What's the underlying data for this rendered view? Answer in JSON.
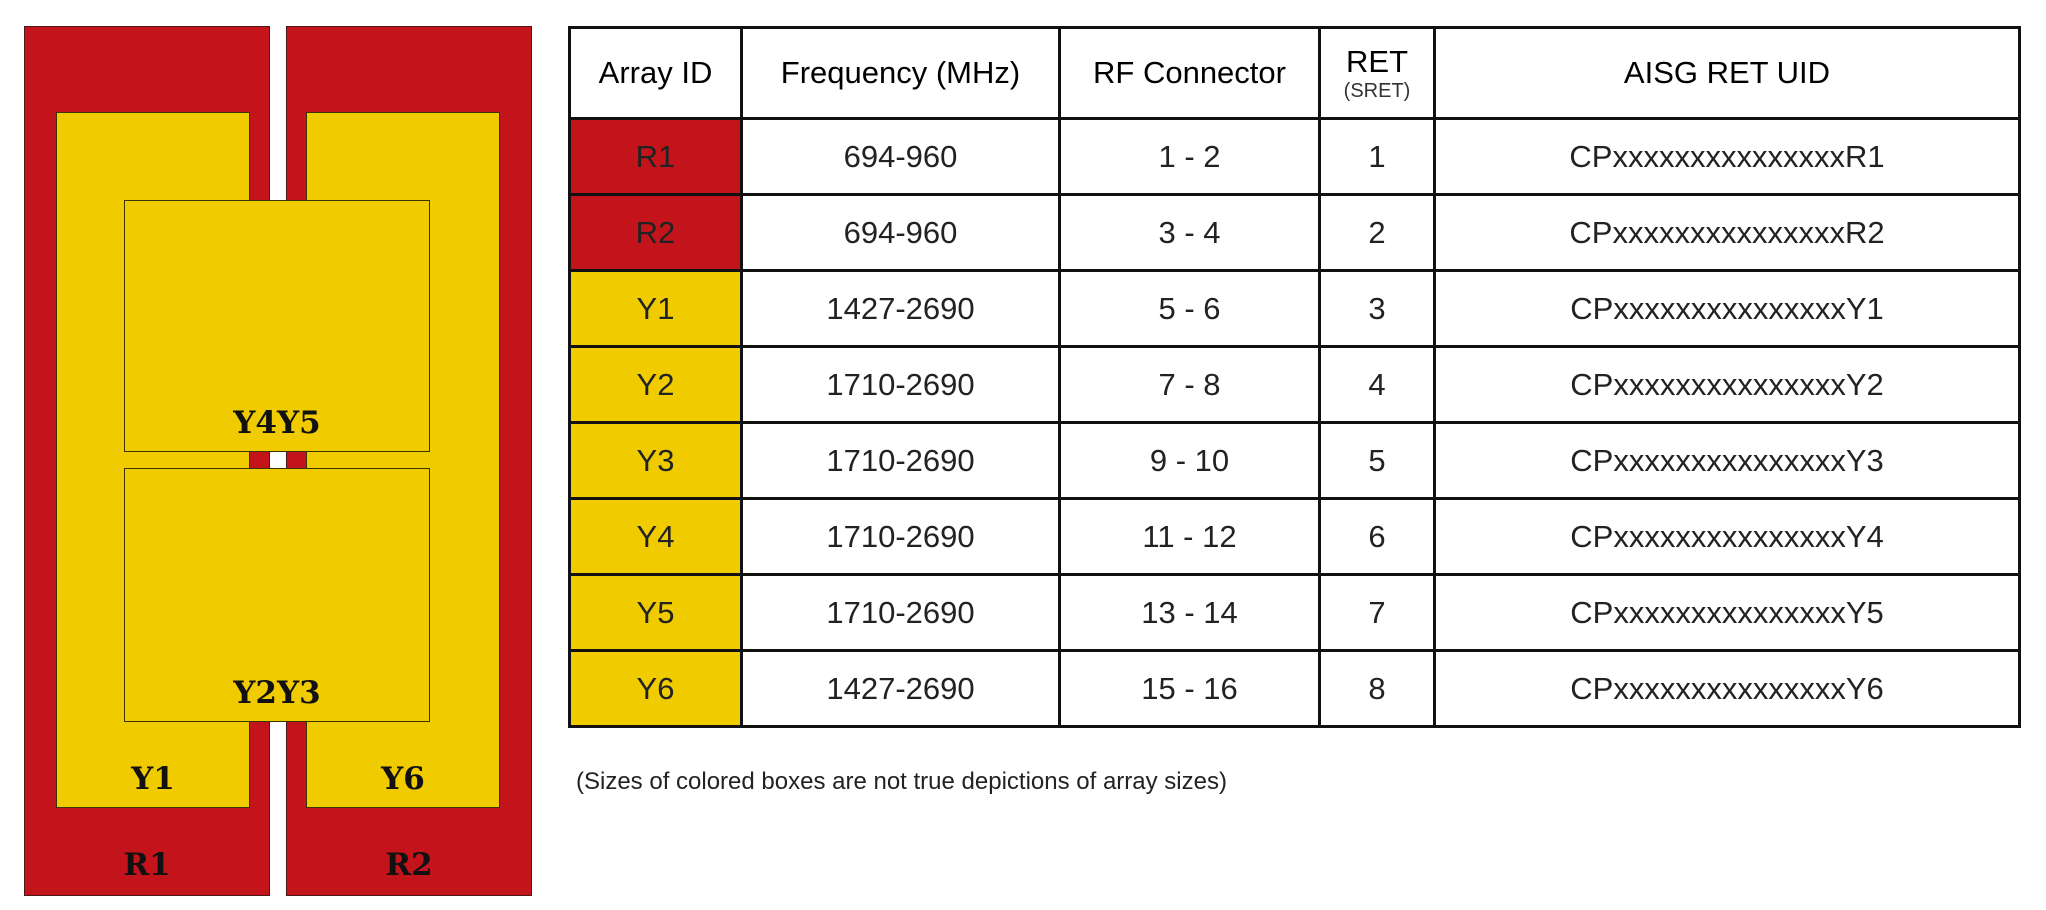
{
  "diagram": {
    "arrays": {
      "R1": "R1",
      "R2": "R2",
      "Y1": "Y1",
      "Y6": "Y6",
      "Y4Y5": "Y4Y5",
      "Y2Y3": "Y2Y3"
    },
    "colors": {
      "red": "#c3141c",
      "yellow": "#efcb00"
    }
  },
  "table": {
    "headers": {
      "array_id": "Array ID",
      "frequency": "Frequency (MHz)",
      "rf_connector": "RF Connector",
      "ret": "RET",
      "ret_sub": "(SRET)",
      "uid": "AISG RET UID"
    },
    "rows": [
      {
        "id": "R1",
        "freq": "694-960",
        "rf": "1 - 2",
        "ret": "1",
        "uid": "CPxxxxxxxxxxxxxxxR1",
        "color": "red"
      },
      {
        "id": "R2",
        "freq": "694-960",
        "rf": "3 - 4",
        "ret": "2",
        "uid": "CPxxxxxxxxxxxxxxxR2",
        "color": "red"
      },
      {
        "id": "Y1",
        "freq": "1427-2690",
        "rf": "5 - 6",
        "ret": "3",
        "uid": "CPxxxxxxxxxxxxxxxY1",
        "color": "yellow"
      },
      {
        "id": "Y2",
        "freq": "1710-2690",
        "rf": "7 - 8",
        "ret": "4",
        "uid": "CPxxxxxxxxxxxxxxxY2",
        "color": "yellow"
      },
      {
        "id": "Y3",
        "freq": "1710-2690",
        "rf": "9 - 10",
        "ret": "5",
        "uid": "CPxxxxxxxxxxxxxxxY3",
        "color": "yellow"
      },
      {
        "id": "Y4",
        "freq": "1710-2690",
        "rf": "11 - 12",
        "ret": "6",
        "uid": "CPxxxxxxxxxxxxxxxY4",
        "color": "yellow"
      },
      {
        "id": "Y5",
        "freq": "1710-2690",
        "rf": "13 - 14",
        "ret": "7",
        "uid": "CPxxxxxxxxxxxxxxxY5",
        "color": "yellow"
      },
      {
        "id": "Y6",
        "freq": "1427-2690",
        "rf": "15 - 16",
        "ret": "8",
        "uid": "CPxxxxxxxxxxxxxxxY6",
        "color": "yellow"
      }
    ]
  },
  "note": "(Sizes of colored boxes are not true depictions of array sizes)"
}
